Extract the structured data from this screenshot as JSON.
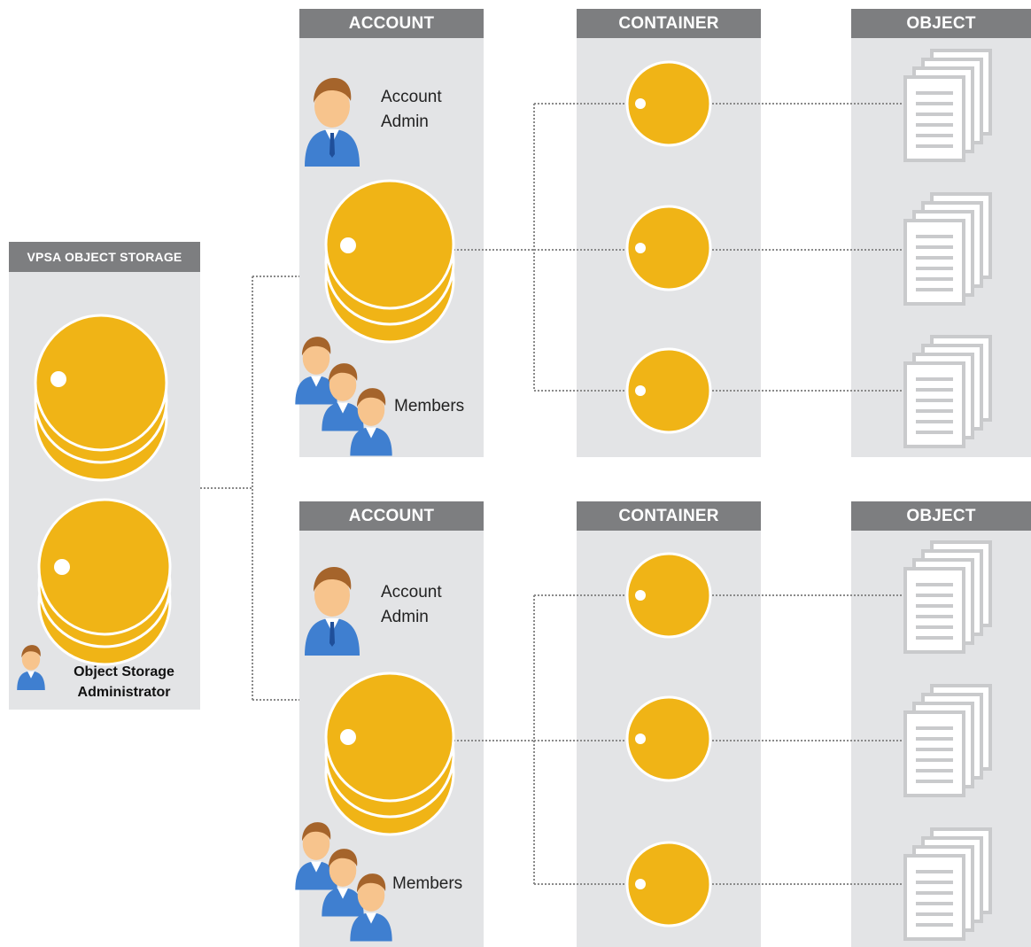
{
  "vpsa": {
    "title": "VPSA OBJECT STORAGE",
    "admin_label_line1": "Object Storage",
    "admin_label_line2": "Administrator"
  },
  "groups": [
    {
      "account_title": "ACCOUNT",
      "container_title": "CONTAINER",
      "object_title": "OBJECT",
      "admin_label_line1": "Account",
      "admin_label_line2": "Admin",
      "members_label": "Members"
    },
    {
      "account_title": "ACCOUNT",
      "container_title": "CONTAINER",
      "object_title": "OBJECT",
      "admin_label_line1": "Account",
      "admin_label_line2": "Admin",
      "members_label": "Members"
    }
  ],
  "colors": {
    "panel_bg": "#e3e4e6",
    "panel_header": "#7d7e80",
    "storage_gold": "#f0b416",
    "document_gray": "#c9cacc",
    "connector": "#8a8a8a"
  },
  "icons": {
    "storage": "database-stack-icon",
    "container": "container-disk-icon",
    "object": "document-stack-icon",
    "admin": "person-icon",
    "members": "people-group-icon"
  }
}
